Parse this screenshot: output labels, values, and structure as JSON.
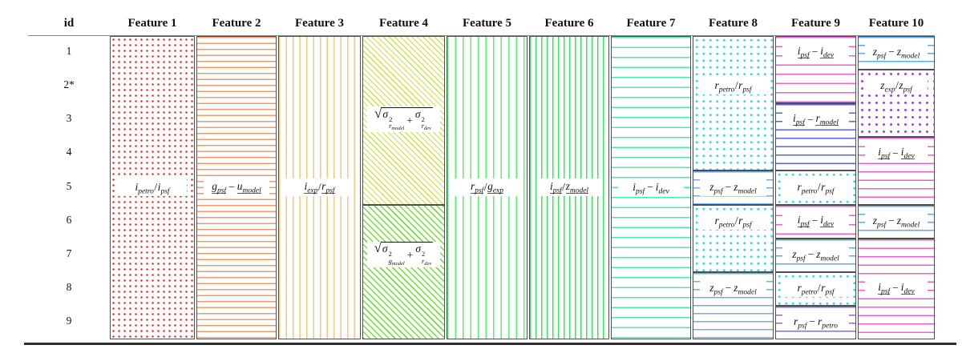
{
  "figure": {
    "header": {
      "id_label": "id",
      "features": [
        "Feature 1",
        "Feature 2",
        "Feature 3",
        "Feature 4",
        "Feature 5",
        "Feature 6",
        "Feature 7",
        "Feature 8",
        "Feature 9",
        "Feature 10"
      ]
    },
    "row_ids": [
      "1",
      "2*",
      "3",
      "4",
      "5",
      "6",
      "7",
      "8",
      "9"
    ],
    "colors": {
      "border": "#4e4e4e",
      "red_dots": "#e53126",
      "orange_lines": "#f19a6b",
      "gold_lines": "#e9cb82",
      "yellow_hatch": "#cfe04a",
      "green_hatch": "#72e039",
      "green_lines_light": "#58ef75",
      "green_lines": "#3be25b",
      "teal_lines": "#49eba7",
      "cyan_dots": "#32d7e9",
      "blue_lines": "#74a9f3",
      "magenta_lines": "#f15cd7",
      "royal_lines": "#5168e6",
      "sky_lines": "#58adf1",
      "violet_lines": "#8d66f1",
      "purple_dots": "#a43fe0"
    },
    "columns": [
      {
        "name": "Feature 1",
        "sections": [
          {
            "rs": 1,
            "re": 9,
            "pat": "dots",
            "color": "#e53126",
            "sp": 7,
            "th": 1.1,
            "labels": [
              {
                "row": 5,
                "tokens": [
                  {
                    "v": "i",
                    "s": "petro"
                  },
                  {
                    "o": "/",
                    "n": 1
                  },
                  {
                    "v": "i",
                    "s": "psf"
                  }
                ]
              }
            ]
          }
        ]
      },
      {
        "name": "Feature 2",
        "sections": [
          {
            "rs": 1,
            "re": 9,
            "pat": "hlines",
            "color": "#f19a6b",
            "sp": 7.5,
            "th": 1.4,
            "labels": [
              {
                "row": 5,
                "tokens": [
                  {
                    "v": "g",
                    "s": "psf",
                    "u": 1
                  },
                  {
                    "o": "−"
                  },
                  {
                    "v": "u",
                    "s": "model",
                    "u": 1
                  }
                ]
              }
            ]
          }
        ]
      },
      {
        "name": "Feature 3",
        "sections": [
          {
            "rs": 1,
            "re": 9,
            "pat": "vlines",
            "color": "#e9cb82",
            "sp": 8.5,
            "th": 1.5,
            "labels": [
              {
                "row": 5,
                "tokens": [
                  {
                    "v": "i",
                    "s": "exp",
                    "u": 1
                  },
                  {
                    "o": "/",
                    "n": 1
                  },
                  {
                    "v": "r",
                    "s": "psf",
                    "u": 1
                  }
                ]
              }
            ]
          }
        ]
      },
      {
        "name": "Feature 4",
        "sections": [
          {
            "rs": 1,
            "re": 5,
            "pat": "hatch",
            "color": "#cfe04a",
            "sp": 5,
            "th": 1.2,
            "labels": [
              {
                "row": 3,
                "sqrtbox": 1,
                "tokens": [
                  {
                    "sq": [
                      {
                        "v": "σ",
                        "sup": "2",
                        "s": "r",
                        "ss": "model"
                      },
                      {
                        "o": "+"
                      },
                      {
                        "v": "σ",
                        "sup": "2",
                        "s": "r",
                        "ss": "dev"
                      }
                    ]
                  }
                ]
              }
            ]
          },
          {
            "rs": 6,
            "re": 9,
            "pat": "hatch",
            "color": "#72e039",
            "sp": 5.5,
            "th": 1.5,
            "labels": [
              {
                "row": 7,
                "sqrtbox": 1,
                "tokens": [
                  {
                    "sq": [
                      {
                        "v": "σ",
                        "sup": "2",
                        "s": "g",
                        "ss": "model"
                      },
                      {
                        "o": "+"
                      },
                      {
                        "v": "σ",
                        "sup": "2",
                        "s": "r",
                        "ss": "dev"
                      }
                    ]
                  }
                ]
              }
            ]
          }
        ]
      },
      {
        "name": "Feature 5",
        "sections": [
          {
            "rs": 1,
            "re": 9,
            "pat": "vlines",
            "color": "#58ef75",
            "sp": 9.5,
            "th": 1.5,
            "labels": [
              {
                "row": 5,
                "tokens": [
                  {
                    "v": "r",
                    "s": "psf",
                    "u": 1
                  },
                  {
                    "o": "/",
                    "n": 1
                  },
                  {
                    "v": "g",
                    "s": "exp",
                    "u": 1
                  }
                ]
              }
            ]
          }
        ]
      },
      {
        "name": "Feature 6",
        "sections": [
          {
            "rs": 1,
            "re": 9,
            "pat": "vlines",
            "color": "#3be25b",
            "sp": 7,
            "th": 1.5,
            "labels": [
              {
                "row": 5,
                "tokens": [
                  {
                    "v": "i",
                    "s": "psf",
                    "u": 1
                  },
                  {
                    "o": "/",
                    "n": 1
                  },
                  {
                    "v": "z",
                    "s": "model",
                    "u": 1
                  }
                ]
              }
            ]
          }
        ]
      },
      {
        "name": "Feature 7",
        "sections": [
          {
            "rs": 1,
            "re": 9,
            "pat": "hlines",
            "color": "#49eba7",
            "sp": 12.5,
            "th": 1.5,
            "labels": [
              {
                "row": 5,
                "tokens": [
                  {
                    "v": "i",
                    "s": "psf"
                  },
                  {
                    "o": "−"
                  },
                  {
                    "v": "i",
                    "s": "dev"
                  }
                ]
              }
            ]
          }
        ]
      },
      {
        "name": "Feature 8",
        "sections": [
          {
            "rs": 1,
            "re": 4,
            "pat": "dots",
            "color": "#32d7e9",
            "sp": 8.5,
            "th": 1.3,
            "labels": [
              {
                "row": 2,
                "tokens": [
                  {
                    "v": "r",
                    "s": "petro"
                  },
                  {
                    "o": "/",
                    "n": 1
                  },
                  {
                    "v": "r",
                    "s": "psf"
                  }
                ]
              }
            ]
          },
          {
            "rs": 5,
            "re": 5,
            "pat": "hlines",
            "color": "#74a9f3",
            "sp": 10,
            "th": 1.4,
            "labels": [
              {
                "row": 5,
                "tokens": [
                  {
                    "v": "z",
                    "s": "psf"
                  },
                  {
                    "o": "−"
                  },
                  {
                    "v": "z",
                    "s": "model"
                  }
                ]
              }
            ]
          },
          {
            "rs": 6,
            "re": 7,
            "pat": "dots",
            "color": "#32d7e9",
            "sp": 8.5,
            "th": 1.3,
            "labels": [
              {
                "row": 6,
                "tokens": [
                  {
                    "v": "r",
                    "s": "petro"
                  },
                  {
                    "o": "/",
                    "n": 1
                  },
                  {
                    "v": "r",
                    "s": "psf"
                  }
                ]
              }
            ]
          },
          {
            "rs": 8,
            "re": 9,
            "pat": "hlines",
            "color": "#74a9f3",
            "sp": 10,
            "th": 1.4,
            "labels": [
              {
                "row": 8,
                "tokens": [
                  {
                    "v": "z",
                    "s": "psf"
                  },
                  {
                    "o": "−"
                  },
                  {
                    "v": "z",
                    "s": "model"
                  }
                ]
              }
            ]
          }
        ]
      },
      {
        "name": "Feature 9",
        "sections": [
          {
            "rs": 1,
            "re": 2,
            "pat": "hlines",
            "color": "#f15cd7",
            "sp": 11.5,
            "th": 1.4,
            "labels": [
              {
                "row": 1,
                "tokens": [
                  {
                    "v": "i",
                    "s": "psf",
                    "u": 1
                  },
                  {
                    "o": "−"
                  },
                  {
                    "v": "i",
                    "s": "dev",
                    "u": 1
                  }
                ]
              }
            ]
          },
          {
            "rs": 3,
            "re": 4,
            "pat": "hlines",
            "color": "#5168e6",
            "sp": 10.5,
            "th": 1.4,
            "labels": [
              {
                "row": 3,
                "tokens": [
                  {
                    "v": "i",
                    "s": "psf",
                    "u": 1
                  },
                  {
                    "o": "−"
                  },
                  {
                    "v": "r",
                    "s": "model",
                    "u": 1
                  }
                ]
              }
            ]
          },
          {
            "rs": 5,
            "re": 5,
            "pat": "dots",
            "color": "#32d7e9",
            "sp": 8.5,
            "th": 1.3,
            "labels": [
              {
                "row": 5,
                "tokens": [
                  {
                    "v": "r",
                    "s": "petro"
                  },
                  {
                    "o": "/",
                    "n": 1
                  },
                  {
                    "v": "r",
                    "s": "psf"
                  }
                ]
              }
            ]
          },
          {
            "rs": 6,
            "re": 6,
            "pat": "hlines",
            "color": "#f15cd7",
            "sp": 11.5,
            "th": 1.4,
            "labels": [
              {
                "row": 6,
                "tokens": [
                  {
                    "v": "i",
                    "s": "psf",
                    "u": 1
                  },
                  {
                    "o": "−"
                  },
                  {
                    "v": "i",
                    "s": "dev",
                    "u": 1
                  }
                ]
              }
            ]
          },
          {
            "rs": 7,
            "re": 7,
            "pat": "hlines",
            "color": "#58adf1",
            "sp": 10,
            "th": 1.4,
            "labels": [
              {
                "row": 7,
                "tokens": [
                  {
                    "v": "z",
                    "s": "psf"
                  },
                  {
                    "o": "−"
                  },
                  {
                    "v": "z",
                    "s": "model"
                  }
                ]
              }
            ]
          },
          {
            "rs": 8,
            "re": 8,
            "pat": "dots",
            "color": "#32d7e9",
            "sp": 8.5,
            "th": 1.3,
            "labels": [
              {
                "row": 8,
                "tokens": [
                  {
                    "v": "r",
                    "s": "petro"
                  },
                  {
                    "o": "/",
                    "n": 1
                  },
                  {
                    "v": "r",
                    "s": "psf"
                  }
                ]
              }
            ]
          },
          {
            "rs": 9,
            "re": 9,
            "pat": "hlines",
            "color": "#8d66f1",
            "sp": 10,
            "th": 1.4,
            "labels": [
              {
                "row": 9,
                "tokens": [
                  {
                    "v": "r",
                    "s": "psf"
                  },
                  {
                    "o": "−"
                  },
                  {
                    "v": "r",
                    "s": "petro"
                  }
                ]
              }
            ]
          }
        ]
      },
      {
        "name": "Feature 10",
        "sections": [
          {
            "rs": 1,
            "re": 1,
            "pat": "hlines",
            "color": "#58adf1",
            "sp": 10,
            "th": 1.4,
            "labels": [
              {
                "row": 1,
                "tokens": [
                  {
                    "v": "z",
                    "s": "psf"
                  },
                  {
                    "o": "−"
                  },
                  {
                    "v": "z",
                    "s": "model"
                  }
                ]
              }
            ]
          },
          {
            "rs": 2,
            "re": 3,
            "pat": "dots",
            "color": "#a43fe0",
            "sp": 9,
            "th": 1.3,
            "labels": [
              {
                "row": 2,
                "tokens": [
                  {
                    "v": "z",
                    "s": "exp"
                  },
                  {
                    "o": "/",
                    "n": 1
                  },
                  {
                    "v": "z",
                    "s": "psf"
                  }
                ]
              }
            ]
          },
          {
            "rs": 4,
            "re": 5,
            "pat": "hlines",
            "color": "#f15cd7",
            "sp": 10.5,
            "th": 1.4,
            "labels": [
              {
                "row": 4,
                "tokens": [
                  {
                    "v": "i",
                    "s": "psf",
                    "u": 1
                  },
                  {
                    "o": "−"
                  },
                  {
                    "v": "i",
                    "s": "dev",
                    "u": 1
                  }
                ]
              }
            ]
          },
          {
            "rs": 6,
            "re": 6,
            "pat": "hlines",
            "color": "#58adf1",
            "sp": 10,
            "th": 1.4,
            "labels": [
              {
                "row": 6,
                "tokens": [
                  {
                    "v": "z",
                    "s": "psf"
                  },
                  {
                    "o": "−"
                  },
                  {
                    "v": "z",
                    "s": "model"
                  }
                ]
              }
            ]
          },
          {
            "rs": 7,
            "re": 9,
            "pat": "hlines",
            "color": "#f15cd7",
            "sp": 10.5,
            "th": 1.4,
            "labels": [
              {
                "row": 8,
                "tokens": [
                  {
                    "v": "i",
                    "s": "psf",
                    "u": 1
                  },
                  {
                    "o": "−"
                  },
                  {
                    "v": "i",
                    "s": "dev",
                    "u": 1
                  }
                ]
              }
            ]
          }
        ]
      }
    ]
  }
}
